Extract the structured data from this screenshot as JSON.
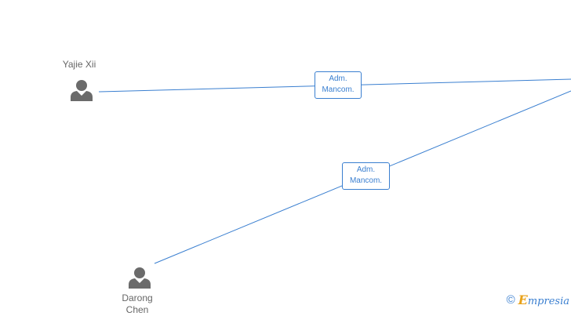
{
  "people": [
    {
      "id": "yajie",
      "name": "Yajie Xii"
    },
    {
      "id": "darong",
      "name": "Darong\nChen"
    }
  ],
  "relations": [
    {
      "from": "yajie",
      "label": "Adm.\nMancom."
    },
    {
      "from": "darong",
      "label": "Adm.\nMancom."
    }
  ],
  "watermark": {
    "symbol": "©",
    "brand_initial": "E",
    "brand_rest": "mpresia"
  },
  "colors": {
    "line": "#3a7fd0",
    "person_icon": "#6b6b6b",
    "brand_accent": "#e8a21a"
  }
}
